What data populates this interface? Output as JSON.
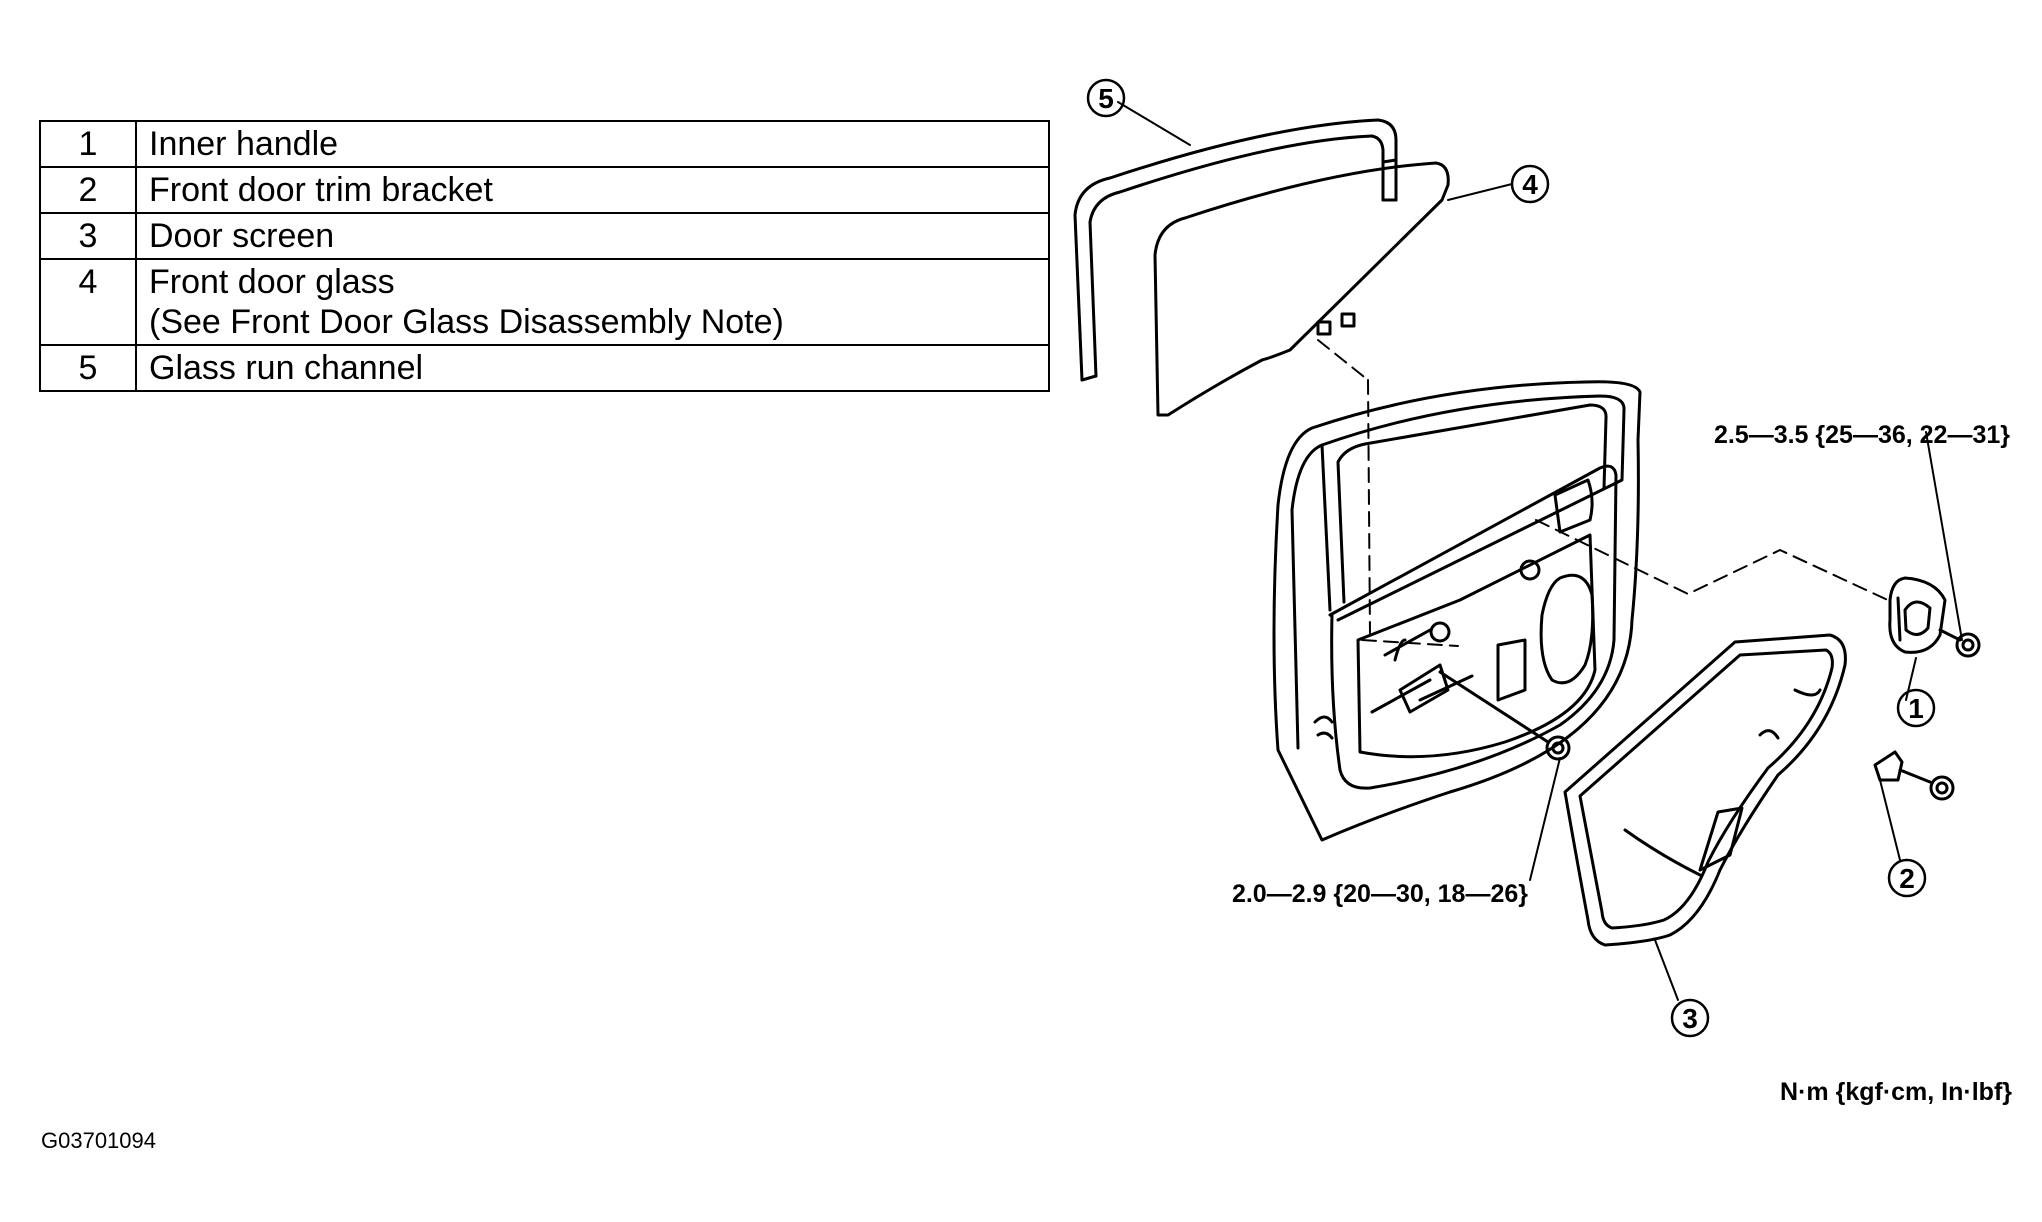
{
  "parts": [
    {
      "num": "1",
      "name": "Inner handle",
      "note": ""
    },
    {
      "num": "2",
      "name": "Front door trim bracket",
      "note": ""
    },
    {
      "num": "3",
      "name": "Door screen",
      "note": ""
    },
    {
      "num": "4",
      "name": "Front door glass",
      "note": "(See Front Door Glass Disassembly Note)"
    },
    {
      "num": "5",
      "name": "Glass run channel",
      "note": ""
    }
  ],
  "callouts": [
    "1",
    "2",
    "3",
    "4",
    "5"
  ],
  "torque_specs": {
    "handle_bolt": "2.5—3.5 {25—36, 22—31}",
    "door_bolt": "2.0—2.9 {20—30, 18—26}"
  },
  "units": "N·m {kgf·cm, In·lbf}",
  "figure_code": "G03701094",
  "colors": {
    "line": "#000000",
    "background": "#ffffff"
  }
}
